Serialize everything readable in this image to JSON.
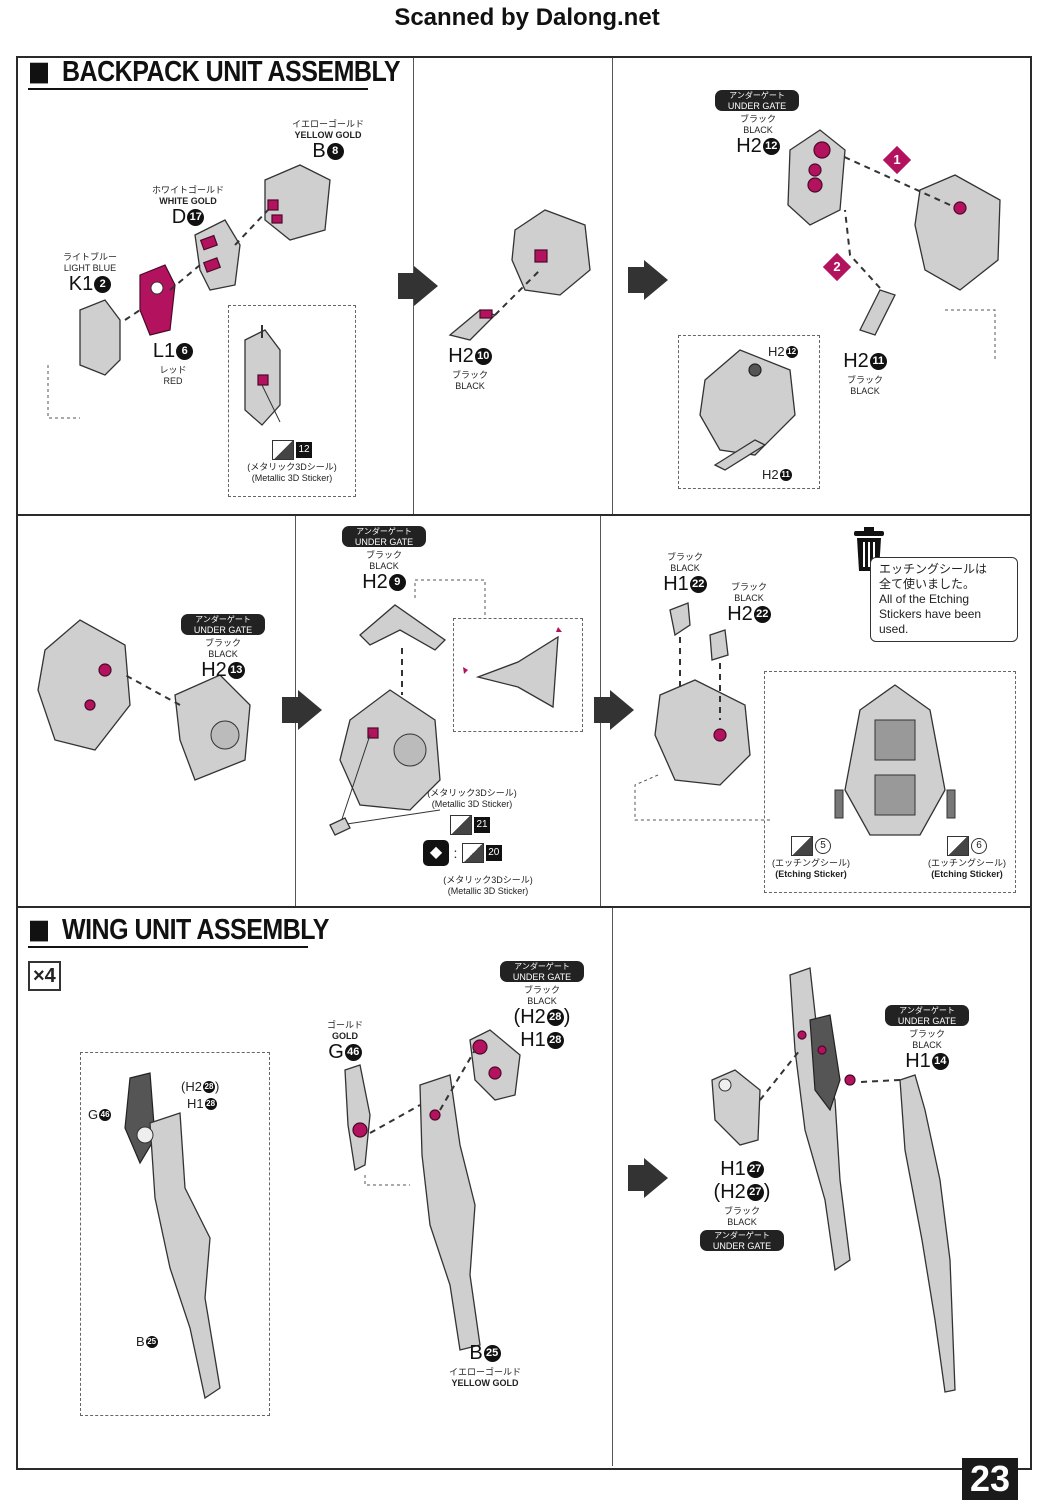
{
  "watermark": "Scanned by Dalong.net",
  "page_number": "23",
  "sections": {
    "backpack_title": "BACKPACK UNIT ASSEMBLY",
    "wing_title": "WING UNIT ASSEMBLY"
  },
  "step1": {
    "yellow_gold_jp": "イエローゴールド",
    "yellow_gold_en": "YELLOW GOLD",
    "b8_letter": "B",
    "b8_num": "8",
    "white_gold_jp": "ホワイトゴールド",
    "white_gold_en": "WHITE GOLD",
    "d17_letter": "D",
    "d17_num": "17",
    "light_blue_jp": "ライトブルー",
    "light_blue_en": "LIGHT BLUE",
    "k12_letter": "K1",
    "k12_num": "2",
    "l16_letter": "L1",
    "l16_num": "6",
    "red_jp": "レッド",
    "red_en": "RED",
    "sticker_num": "12",
    "sticker_jp": "(メタリック3Dシール)",
    "sticker_en": "(Metallic 3D Sticker)"
  },
  "step2": {
    "h210_letter": "H2",
    "h210_num": "10",
    "black_jp": "ブラック",
    "black_en": "BLACK"
  },
  "step3": {
    "under_gate_jp": "アンダーゲート",
    "under_gate_en": "UNDER GATE",
    "black_jp": "ブラック",
    "black_en": "BLACK",
    "h212_letter": "H2",
    "h212_num": "12",
    "step1": "1",
    "step2": "2",
    "h211_letter": "H2",
    "h211_num": "11",
    "h211_black_jp": "ブラック",
    "h211_black_en": "BLACK",
    "inset_h212": "H2",
    "inset_h212_num": "12",
    "inset_h211": "H2",
    "inset_h211_num": "11"
  },
  "step4": {
    "under_gate_jp": "アンダーゲート",
    "under_gate_en": "UNDER GATE",
    "black_jp": "ブラック",
    "black_en": "BLACK",
    "h213_letter": "H2",
    "h213_num": "13"
  },
  "step5": {
    "under_gate_jp": "アンダーゲート",
    "under_gate_en": "UNDER GATE",
    "black_jp": "ブラック",
    "black_en": "BLACK",
    "h29_letter": "H2",
    "h29_num": "9",
    "sticker21_jp": "(メタリック3Dシール)",
    "sticker21_en": "(Metallic 3D Sticker)",
    "sticker21_num": "21",
    "sticker20_num": "20",
    "sticker20_jp": "(メタリック3Dシール)",
    "sticker20_en": "(Metallic 3D Sticker)"
  },
  "step6": {
    "h122_black_jp": "ブラック",
    "h122_black_en": "BLACK",
    "h122_letter": "H1",
    "h122_num": "22",
    "h222_black_jp": "ブラック",
    "h222_black_en": "BLACK",
    "h222_letter": "H2",
    "h222_num": "22",
    "note_jp_1": "エッチングシールは",
    "note_jp_2": "全て使いました。",
    "note_en": "All of the Etching Stickers have been used.",
    "etch5_num": "5",
    "etch6_num": "6",
    "etch_jp": "(エッチングシール)",
    "etch_en": "(Etching Sticker)"
  },
  "step7": {
    "x4": "×4",
    "inset_g46": "G",
    "inset_g46_num": "46",
    "inset_h228": "(H2",
    "inset_h228_num": "28",
    "inset_h128": "H1",
    "inset_h128_num": "28",
    "inset_b25": "B",
    "inset_b25_num": "25",
    "gold_jp": "ゴールド",
    "gold_en": "GOLD",
    "g46_letter": "G",
    "g46_num": "46",
    "under_gate_jp": "アンダーゲート",
    "under_gate_en": "UNDER GATE",
    "black_jp": "ブラック",
    "black_en": "BLACK",
    "h228_letter": "(H2",
    "h228_num": "28",
    "h128_letter": "H1",
    "h128_num": "28",
    "b25_letter": "B",
    "b25_num": "25",
    "yellow_gold_jp": "イエローゴールド",
    "yellow_gold_en": "YELLOW GOLD"
  },
  "step8": {
    "under_gate_jp": "アンダーゲート",
    "under_gate_en": "UNDER GATE",
    "black_jp": "ブラック",
    "black_en": "BLACK",
    "h114_letter": "H1",
    "h114_num": "14",
    "h127_letter": "H1",
    "h127_num": "27",
    "h227_letter": "(H2",
    "h227_num": "27",
    "black2_jp": "ブラック",
    "black2_en": "BLACK",
    "under_gate2_jp": "アンダーゲート",
    "under_gate2_en": "UNDER GATE"
  },
  "colors": {
    "accent_magenta": "#b3135e",
    "line": "#2a2a2a"
  }
}
